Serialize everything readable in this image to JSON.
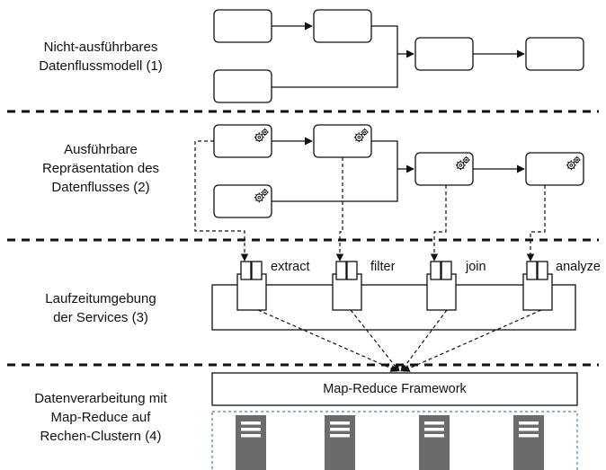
{
  "layers": [
    {
      "id": "layer-1",
      "lines": [
        "Nicht-ausführbares",
        "Datenflussmodell (1)"
      ]
    },
    {
      "id": "layer-2",
      "lines": [
        "Ausführbare",
        "Repräsentation des",
        "Datenflusses (2)"
      ]
    },
    {
      "id": "layer-3",
      "lines": [
        "Laufzeitumgebung",
        "der Services (3)"
      ]
    },
    {
      "id": "layer-4",
      "lines": [
        "Datenverarbeitung mit",
        "Map-Reduce auf",
        "Rechen-Clustern (4)"
      ]
    }
  ],
  "services": [
    "extract",
    "filter",
    "join",
    "analyze"
  ],
  "framework_label": "Map-Reduce Framework",
  "colors": {
    "line": "#111111",
    "server": "#6b6b6b",
    "cluster_border": "#4a7ebb"
  },
  "icons": {
    "executable_marker": "gears-icon",
    "service_component": "component-icon",
    "cluster_node": "server-icon"
  }
}
